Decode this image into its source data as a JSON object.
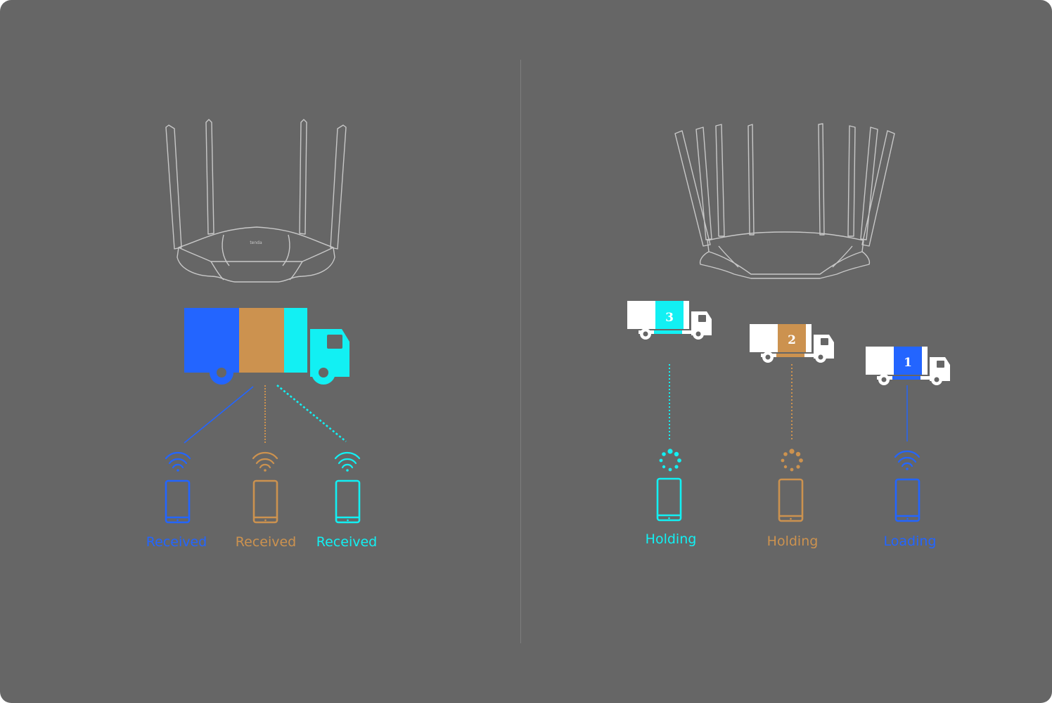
{
  "colors": {
    "background": "#666666",
    "outline": "#c8c8c8",
    "blue": "#2365ff",
    "orange": "#cc924f",
    "cyan": "#12f0f3",
    "white": "#ffffff"
  },
  "router_logo": "tenda",
  "left_panel": {
    "devices": [
      {
        "label": "Received",
        "color": "blue"
      },
      {
        "label": "Received",
        "color": "orange"
      },
      {
        "label": "Received",
        "color": "cyan"
      }
    ]
  },
  "right_panel": {
    "trucks": [
      {
        "number": "3",
        "color": "cyan"
      },
      {
        "number": "2",
        "color": "orange"
      },
      {
        "number": "1",
        "color": "blue"
      }
    ],
    "devices": [
      {
        "label": "Holding",
        "color": "cyan",
        "status_icon": "spinner-icon"
      },
      {
        "label": "Holding",
        "color": "orange",
        "status_icon": "spinner-icon"
      },
      {
        "label": "Loading",
        "color": "blue",
        "status_icon": "wifi-icon"
      }
    ]
  }
}
